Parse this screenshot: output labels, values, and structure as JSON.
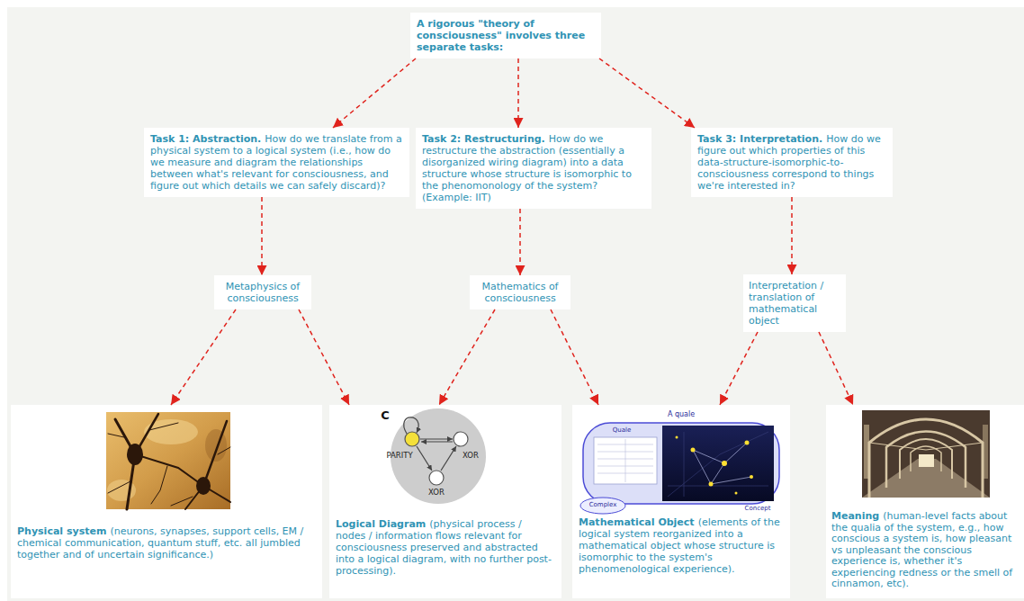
{
  "diagram": {
    "nodes": [
      {
        "text": [
          "A rigorous \"theory of consciousness\" involves three separate tasks:"
        ]
      },
      {
        "text": [
          "Task 1: Abstraction.",
          "How do we translate from a physical system to a logical system (i.e., how do we measure and diagram the relationships between what's relevant for consciousness, and figure out which details we can safely discard)?"
        ]
      },
      {
        "text": [
          "Task 2: Restructuring.",
          "How do we restructure the abstraction (essentially a disorganized wiring diagram) into a data structure whose structure is isomorphic to the phenomonology of the system? (Example: IIT)"
        ]
      },
      {
        "text": [
          "Task 3: Interpretation.",
          "How do we figure out which properties of this data-structure-isomorphic-to-consciousness correspond to things we're interested in?"
        ]
      },
      {
        "text": [
          "Metaphysics of consciousness"
        ]
      },
      {
        "text": [
          "Mathematics of consciousness"
        ]
      },
      {
        "text": [
          "Interpretation / translation of mathematical object"
        ]
      },
      {
        "text": [
          "Physical system",
          "(neurons, synapses, support cells, EM / chemical communication, quantum stuff, etc. all jumbled together and of uncertain significance.)"
        ]
      },
      {
        "text": [
          "Logical Diagram",
          "(physical process / nodes / information flows relevant for consciousness preserved and abstracted into a logical diagram, with no further post-processing)."
        ]
      },
      {
        "text": [
          "Mathematical Object",
          "(elements of the logical system reorganized into a mathematical object whose structure is isomorphic to the system's phenomenological experience)."
        ]
      },
      {
        "text": [
          "Meaning",
          "(human-level facts about the qualia of the system, e.g., how conscious a system is, how pleasant vs unpleasant the conscious experience is, whether it's experiencing redness or the smell of cinnamon, etc)."
        ]
      }
    ],
    "edges": [
      {
        "from": 0,
        "to": 1,
        "arrow": "to"
      },
      {
        "from": 0,
        "to": 2,
        "arrow": "to"
      },
      {
        "from": 0,
        "to": 3,
        "arrow": "to"
      },
      {
        "from": 1,
        "to": 4,
        "arrow": "to"
      },
      {
        "from": 2,
        "to": 5,
        "arrow": "to"
      },
      {
        "from": 3,
        "to": 6,
        "arrow": "to"
      },
      {
        "from": 4,
        "to": 7,
        "arrow": "to"
      },
      {
        "from": 4,
        "to": 8,
        "arrow": "to"
      },
      {
        "from": 5,
        "to": 8,
        "arrow": "to"
      },
      {
        "from": 5,
        "to": 9,
        "arrow": "to"
      },
      {
        "from": 6,
        "to": 9,
        "arrow": "to"
      },
      {
        "from": 6,
        "to": 10,
        "arrow": "to"
      }
    ],
    "labels": [
      "C",
      "PARITY",
      "XOR",
      "XOR",
      "A quale",
      "Quale",
      "Concept",
      "Complex"
    ]
  }
}
